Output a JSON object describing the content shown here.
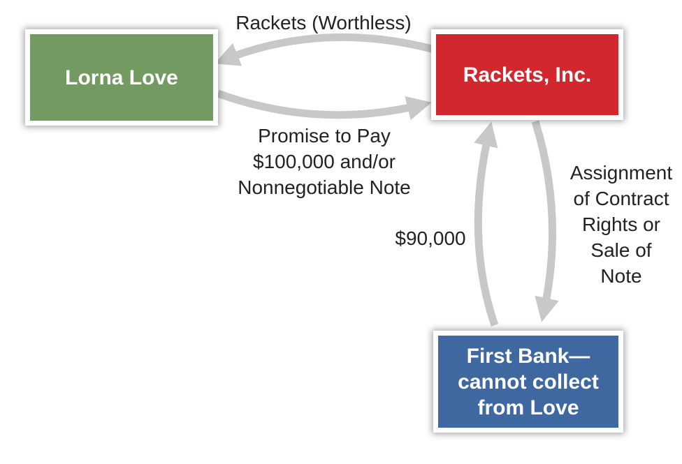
{
  "colors": {
    "lorna_box": "#739a61",
    "rackets_box": "#d3272f",
    "bank_box": "#3f67a0",
    "arrow": "#c8c8c8"
  },
  "nodes": {
    "lorna": {
      "label": "Lorna Love"
    },
    "rackets": {
      "label": "Rackets, Inc."
    },
    "bank": {
      "lines": [
        "First Bank—",
        "cannot collect",
        "from Love"
      ]
    }
  },
  "edges": {
    "rackets_to_lorna": {
      "label": "Rackets (Worthless)"
    },
    "lorna_to_rackets": {
      "lines": [
        "Promise to Pay",
        "$100,000 and/or",
        "Nonnegotiable Note"
      ]
    },
    "bank_to_rackets": {
      "label": "$90,000"
    },
    "rackets_to_bank": {
      "lines": [
        "Assignment",
        "of Contract",
        "Rights or",
        "Sale of",
        "Note"
      ]
    }
  }
}
